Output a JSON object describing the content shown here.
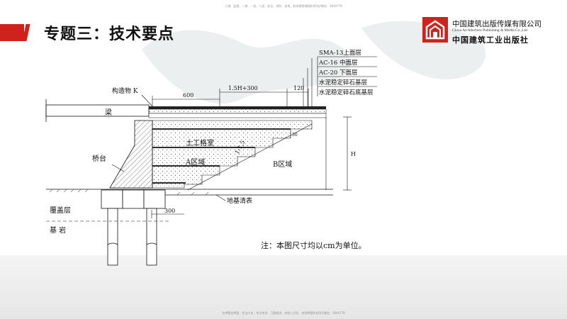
{
  "header": {
    "top_note": "二建、监理、一建、一造、二造、安全、消防、咨询、检测课程增群联系QQ/微信：3649778",
    "title": "专题三：技术要点",
    "bottom_note": "包押题领押题、完全内训、考点串讲、习题精讲、考前三页纸、绝密押题联系QQ/微信：3649778"
  },
  "logo": {
    "cn_name": "中国建筑出版传媒有限公司",
    "en_name": "China Architecture Publishing & Media Co.,Ltd",
    "cn_name2": "中国建筑工业出版社",
    "color": "#d0221c"
  },
  "diagram": {
    "layers": [
      "SMA-13上面层",
      "AC-16 中面层",
      "AC-20 下面层",
      "水泥稳定碎石基层",
      "水泥稳定碎石底基层"
    ],
    "labels": {
      "structure": "构造物 K",
      "dim_600": "600",
      "dim_15h": "1.5H+300",
      "dim_120": "120",
      "beam": "梁",
      "geocell": "土工格室",
      "zone_a": "A区域",
      "zone_b": "B区域",
      "slope": "1:1.5",
      "abutment": "桥台",
      "foundation_clear": "地基清表",
      "cap_layer": "覆盖层",
      "bedrock": "基 岩",
      "dim_300": "300",
      "dim_30": "30",
      "dim_h": "H"
    },
    "note": "注：本图尺寸均以cm为单位。"
  }
}
